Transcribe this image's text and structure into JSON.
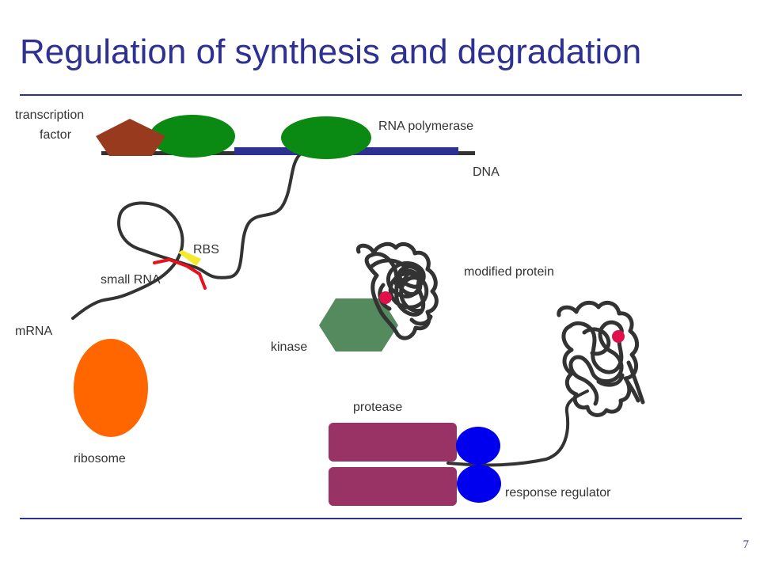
{
  "slide": {
    "title": "Regulation of synthesis and degradation",
    "page_number": "7"
  },
  "labels": {
    "transcription_factor_line1": "transcription",
    "transcription_factor_line2": "factor",
    "rna_polymerase": "RNA polymerase",
    "dna": "DNA",
    "rbs": "RBS",
    "small_rna": "small RNA",
    "mrna": "mRNA",
    "ribosome": "ribosome",
    "modified_protein": "modified protein",
    "kinase": "kinase",
    "protease": "protease",
    "response_regulator": "response regulator"
  },
  "colors": {
    "title": "#2e3192",
    "dna_strand": "#333333",
    "transcribed_region": "#2e3192",
    "rna_polymerase": "#0a8a12",
    "transcription_factor": "#973a1e",
    "small_rna": "#e8121e",
    "rbs": "#f4ea2c",
    "ribosome": "#ff6600",
    "kinase": "#548a5e",
    "phosphate": "#e0104a",
    "protease": "#993366",
    "response_regulator": "#0000ee",
    "protein_chain": "#333333"
  }
}
